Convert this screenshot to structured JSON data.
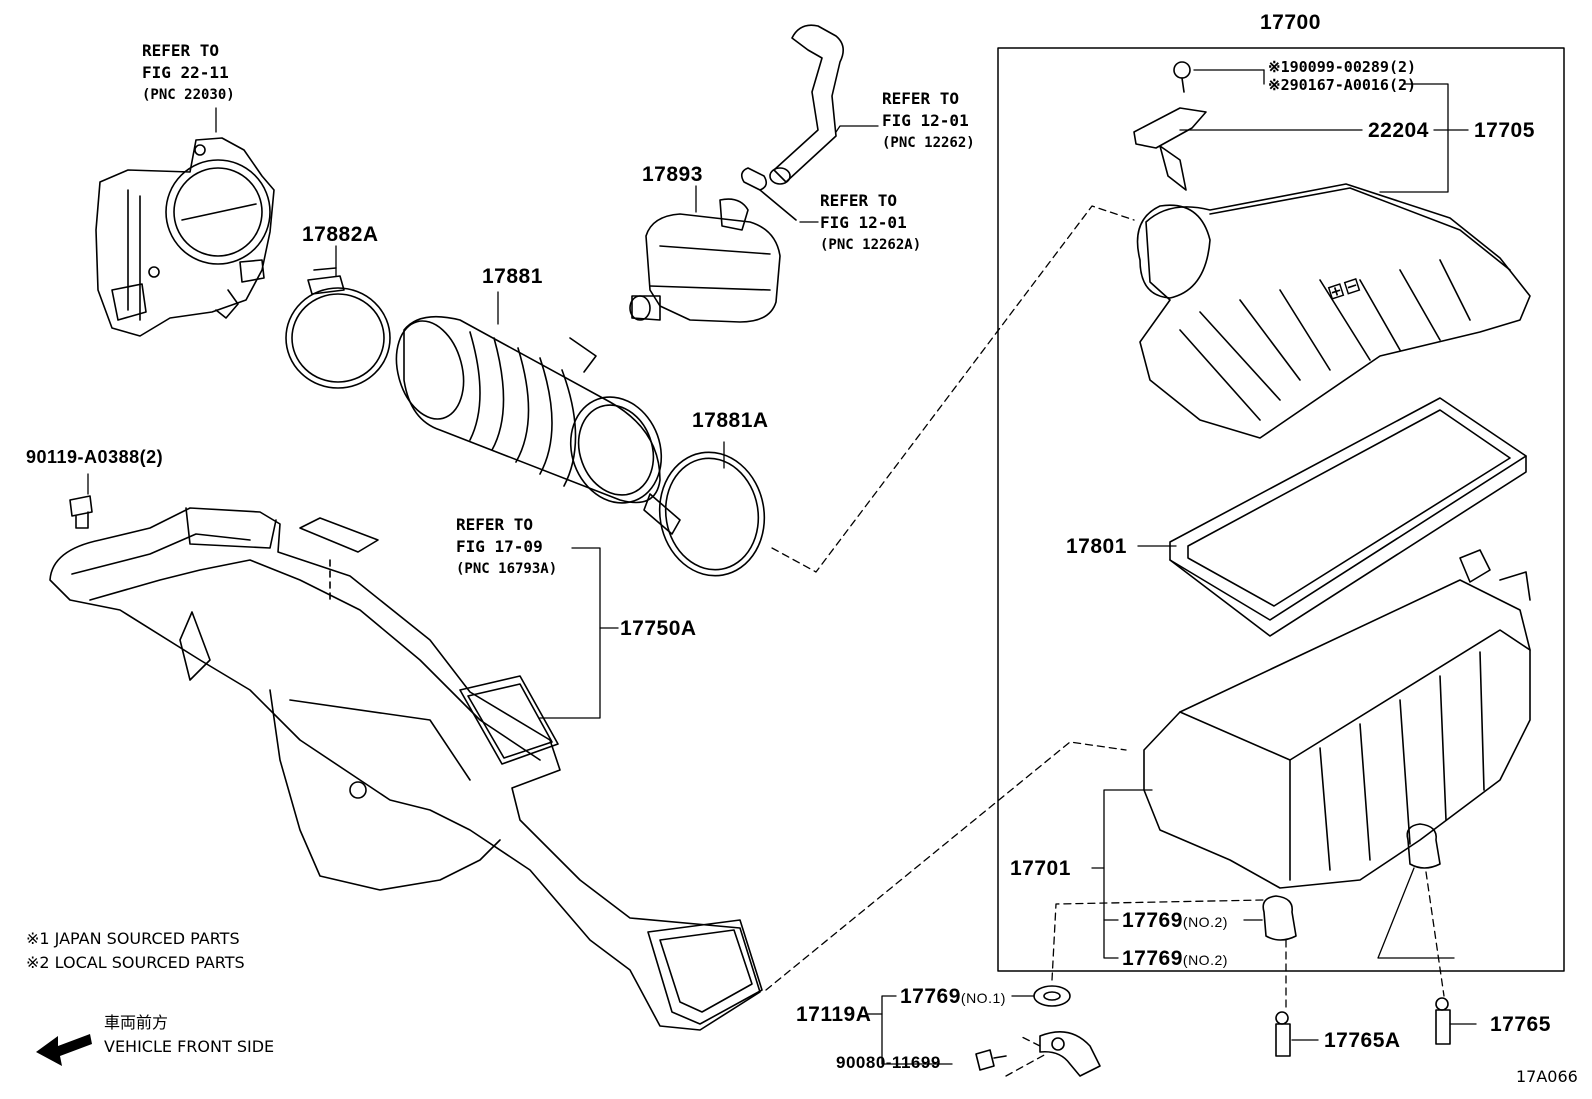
{
  "refs": {
    "throttle": {
      "line1": "REFER TO",
      "line2": "FIG 22-11",
      "pnc": "(PNC 22030)"
    },
    "hose_top": {
      "line1": "REFER TO",
      "line2": "FIG 12-01",
      "pnc": "(PNC 12262)"
    },
    "hose_clip": {
      "line1": "REFER TO",
      "line2": "FIG 12-01",
      "pnc": "(PNC 12262A)"
    },
    "duct_label": {
      "line1": "REFER TO",
      "line2": "FIG 17-09",
      "pnc": "(PNC 16793A)"
    }
  },
  "parts": {
    "p17700": "17700",
    "p17882A": "17882A",
    "p17881": "17881",
    "p17893": "17893",
    "p17881A": "17881A",
    "p90119": "90119-A0388(2)",
    "p17750A": "17750A",
    "p22204": "22204",
    "p17705": "17705",
    "p17801": "17801",
    "p17701": "17701",
    "p17769a": "17769",
    "p17769a_sub": "(NO.2)",
    "p17769b": "17769",
    "p17769b_sub": "(NO.2)",
    "p17769c": "17769",
    "p17769c_sub": "(NO.1)",
    "p17119A": "17119A",
    "p17765A": "17765A",
    "p17765": "17765",
    "p90080": "90080-11699",
    "pn1_mark": "※1",
    "pn1": "90099-00289(2)",
    "pn2_mark": "※2",
    "pn2": "90167-A0016(2)"
  },
  "notes": {
    "japan": "※1 JAPAN SOURCED PARTS",
    "local": "※2 LOCAL SOURCED PARTS",
    "front_jp": "車両前方",
    "front_en": "VEHICLE FRONT SIDE"
  },
  "figure_id": "17A066"
}
